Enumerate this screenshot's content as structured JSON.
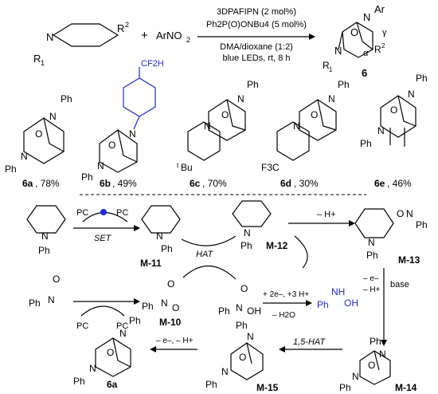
{
  "colors": {
    "ink": "#000000",
    "accent": "#1f2ad6",
    "background": "#ffffff"
  },
  "reaction": {
    "reagent_left": "R",
    "reagent_left_sup": "1",
    "reagent_right": "R",
    "reagent_right_sup": "2",
    "plus": "+",
    "nitroarene": "ArNO",
    "nitroarene_sub": "2",
    "cond1": "3DPAFIPN (2 mol%)",
    "cond2": "Ph2P(O)ONBu4 (5 mol%)",
    "cond3": "DMA/dioxane (1:2)",
    "cond4": "blue LEDs, rt, 8 h",
    "product_label": "6",
    "alpha": "α",
    "gamma": "γ",
    "ar": "Ar"
  },
  "products": [
    {
      "id": "6a",
      "yield": ", 78%"
    },
    {
      "id": "6b",
      "yield": ", 49%"
    },
    {
      "id": "6c",
      "yield": ", 70%"
    },
    {
      "id": "6d",
      "yield": ", 30%"
    },
    {
      "id": "6e",
      "yield": ", 46%"
    }
  ],
  "labels": {
    "ph": "Ph",
    "n": "N",
    "o": "O",
    "cf2h": "CF2H",
    "cf3": "F3C",
    "tbu": "Bu",
    "t": "t",
    "pc": "PC",
    "set": "SET",
    "hat": "HAT",
    "base": "base",
    "hat15": "1,5-HAT",
    "minus_h": "– H+",
    "plus_e_h": "+ 2e–, +3 H+",
    "minus_h2o": "– H2O",
    "minus_e_h": "– e–",
    "minus_h2": "– H+",
    "minus_e_h_line": "– e–, – H+",
    "nhoh": "NH",
    "oh": "OH"
  },
  "intermediates": [
    "M-11",
    "M-12",
    "M-13",
    "M-10",
    "M-14",
    "M-15",
    "6a"
  ]
}
